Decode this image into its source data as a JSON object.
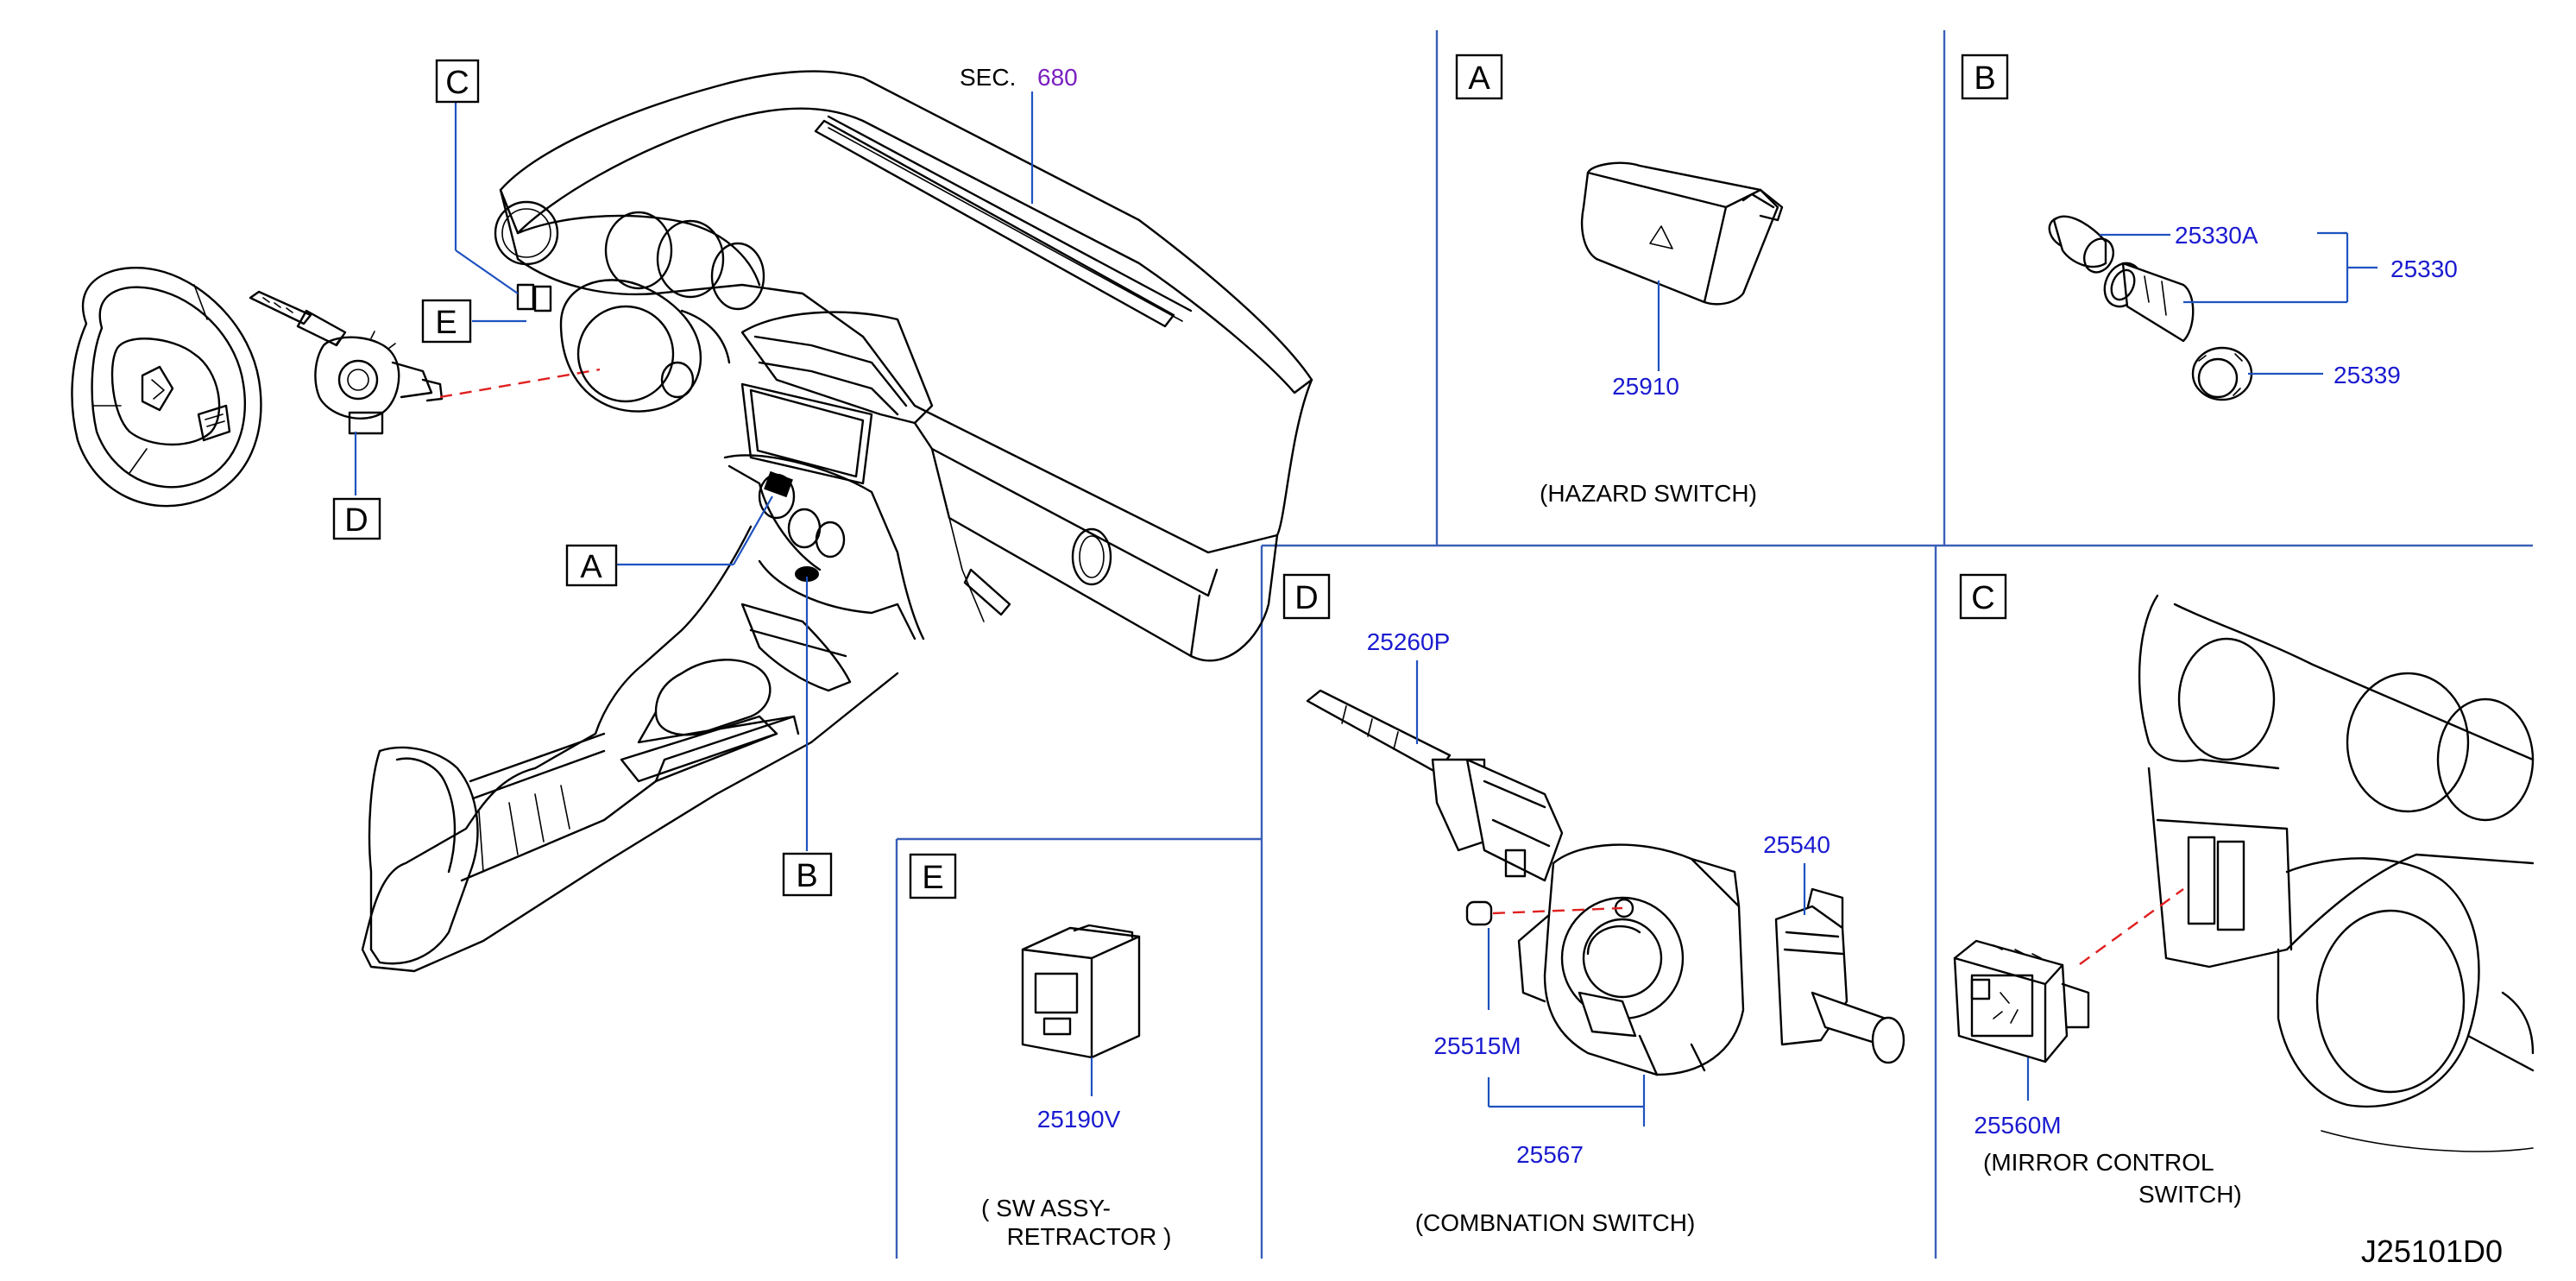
{
  "diagram_code": "J25101D0",
  "section_ref": {
    "prefix": "SEC.",
    "number": "680"
  },
  "overview": {
    "callouts": [
      "C",
      "E",
      "D",
      "A",
      "B"
    ]
  },
  "panels": {
    "A": {
      "letter": "A",
      "parts": [
        "25910"
      ],
      "caption": "(HAZARD   SWITCH)"
    },
    "B": {
      "letter": "B",
      "parts": [
        "25330A",
        "25330",
        "25339"
      ]
    },
    "C": {
      "letter": "C",
      "parts": [
        "25560M"
      ],
      "caption_line1": "(MIRROR   CONTROL",
      "caption_line2": "SWITCH)"
    },
    "D": {
      "letter": "D",
      "parts": [
        "25260P",
        "25540",
        "25515M",
        "25567"
      ],
      "caption": "(COMBNATION   SWITCH)"
    },
    "E": {
      "letter": "E",
      "parts": [
        "25190V"
      ],
      "caption_line1": "( SW   ASSY-",
      "caption_line2": "RETRACTOR )"
    }
  },
  "colors": {
    "part_number": "#1a1ad0",
    "section_number": "#7a1fc0",
    "leader": "#1e52c0",
    "dashed_guide": "#e02020"
  }
}
